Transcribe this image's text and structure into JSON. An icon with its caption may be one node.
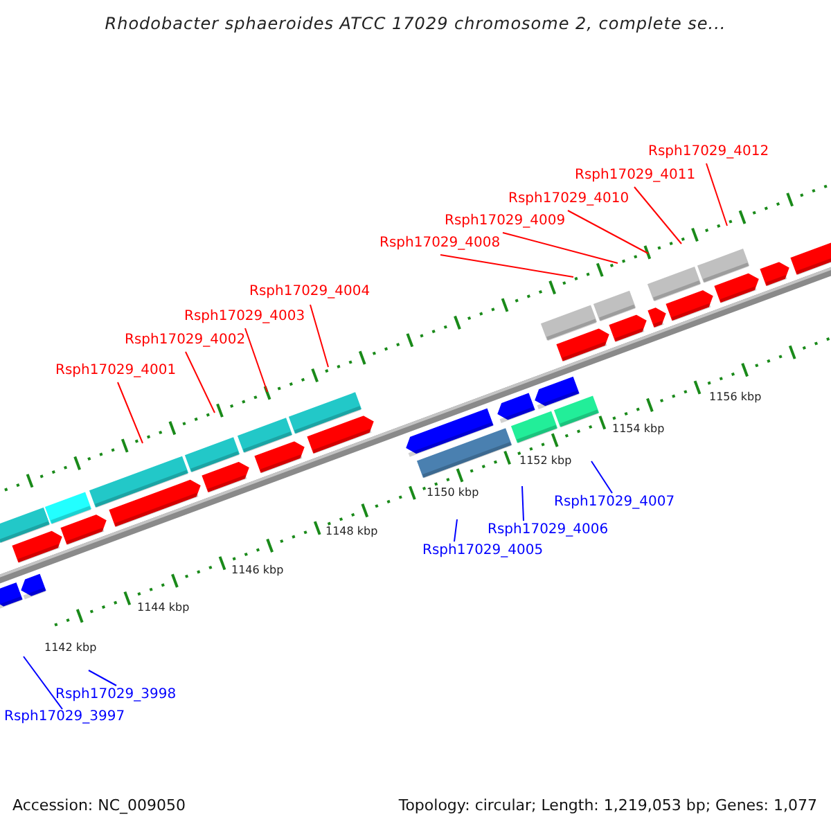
{
  "diagram": {
    "title": "Rhodobacter sphaeroides ATCC 17029 chromosome 2, complete se...",
    "nodes": [
      {
        "text": [
          "Rsph17029_4012"
        ]
      },
      {
        "text": [
          "Rsph17029_4011"
        ]
      },
      {
        "text": [
          "Rsph17029_4010"
        ]
      },
      {
        "text": [
          "Rsph17029_4009"
        ]
      },
      {
        "text": [
          "Rsph17029_4008"
        ]
      },
      {
        "text": [
          "Rsph17029_4004"
        ]
      },
      {
        "text": [
          "Rsph17029_4003"
        ]
      },
      {
        "text": [
          "Rsph17029_4002"
        ]
      },
      {
        "text": [
          "Rsph17029_4001"
        ]
      },
      {
        "text": [
          "Rsph17029_4007"
        ]
      },
      {
        "text": [
          "Rsph17029_4006"
        ]
      },
      {
        "text": [
          "Rsph17029_4005"
        ]
      },
      {
        "text": [
          "Rsph17029_3998"
        ]
      },
      {
        "text": [
          "Rsph17029_3997"
        ]
      }
    ],
    "edges": [
      {
        "from": 0,
        "to": null,
        "arrow": "none"
      },
      {
        "from": 1,
        "to": null,
        "arrow": "none"
      },
      {
        "from": 2,
        "to": null,
        "arrow": "none"
      },
      {
        "from": 3,
        "to": null,
        "arrow": "none"
      },
      {
        "from": 4,
        "to": null,
        "arrow": "none"
      },
      {
        "from": 5,
        "to": null,
        "arrow": "none"
      },
      {
        "from": 6,
        "to": null,
        "arrow": "none"
      },
      {
        "from": 7,
        "to": null,
        "arrow": "none"
      },
      {
        "from": 8,
        "to": null,
        "arrow": "none"
      },
      {
        "from": 9,
        "to": null,
        "arrow": "none",
        "color": "#0000ff"
      },
      {
        "from": 10,
        "to": null,
        "arrow": "none",
        "color": "#0000ff"
      },
      {
        "from": 11,
        "to": null,
        "arrow": "none",
        "color": "#0000ff"
      },
      {
        "from": 12,
        "to": null,
        "arrow": "none",
        "color": "#0000ff"
      },
      {
        "from": 13,
        "to": null,
        "arrow": "none",
        "color": "#0000ff"
      }
    ],
    "labels": [
      "1156 kbp",
      "1154 kbp",
      "1152 kbp",
      "1150 kbp",
      "1148 kbp",
      "1146 kbp",
      "1144 kbp",
      "1142 kbp",
      "Accession: NC_009050",
      "Topology: circular; Length: 1,219,053 bp; Genes: 1,077"
    ]
  }
}
